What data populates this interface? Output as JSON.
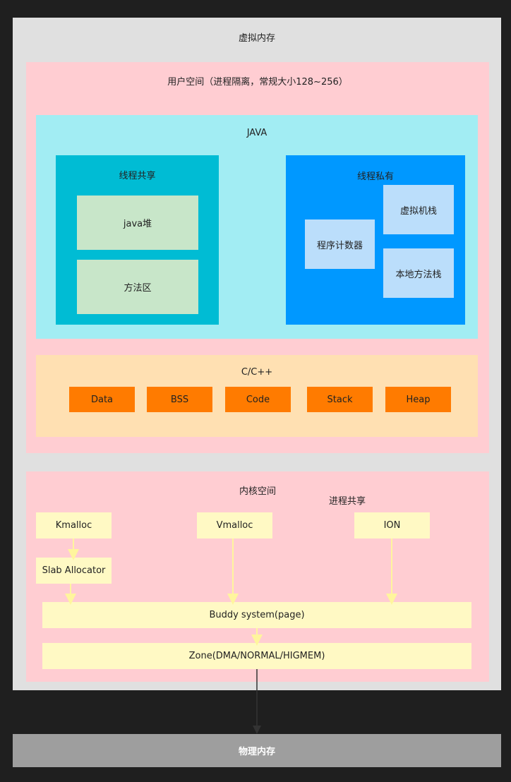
{
  "virtual_memory": {
    "title": "虚拟内存"
  },
  "user_space": {
    "title": "用户空间（进程隔离，常规大小128~256）",
    "java": {
      "title": "JAVA",
      "thread_shared": {
        "title": "线程共享",
        "heap": "java堆",
        "method_area": "方法区"
      },
      "thread_private": {
        "title": "线程私有",
        "program_counter": "程序计数器",
        "vm_stack": "虚拟机栈",
        "native_stack": "本地方法栈"
      }
    },
    "cpp": {
      "title": "C/C++",
      "segments": [
        "Data",
        "BSS",
        "Code",
        "Stack",
        "Heap"
      ]
    }
  },
  "kernel_space": {
    "title": "内核空间",
    "note": "进程共享",
    "kmalloc": "Kmalloc",
    "slab": "Slab Allocator",
    "vmalloc": "Vmalloc",
    "ion": "ION",
    "buddy": "Buddy system(page)",
    "zone": "Zone(DMA/NORMAL/HIGMEM)"
  },
  "physical_memory": {
    "title": "物理内存"
  },
  "colors": {
    "background": "#1f1f1f",
    "virtual_memory": "#e0e0e0",
    "user_space": "#ffcdd2",
    "java": "#a2edf3",
    "thread_shared": "#00bcd4",
    "thread_private": "#0098ff",
    "cpp": "#ffe0b2",
    "cpp_segment": "#ff7b00",
    "kernel_block": "#fff9c4",
    "physical_memory": "#9e9e9e"
  }
}
